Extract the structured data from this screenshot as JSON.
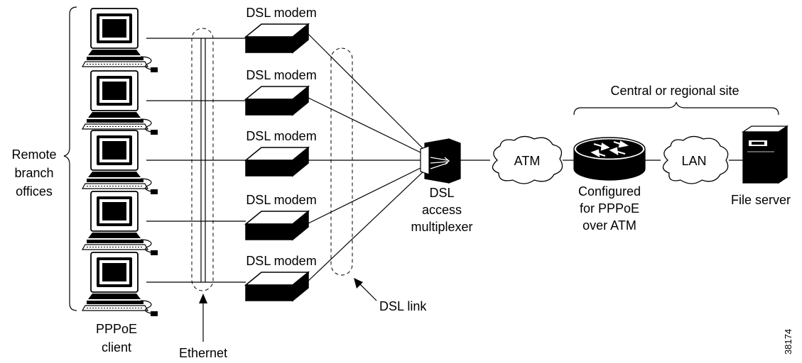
{
  "labels": {
    "remote_line1": "Remote",
    "remote_line2": "branch",
    "remote_line3": "offices",
    "client_line1": "PPPoE",
    "client_line2": "client",
    "ethernet": "Ethernet",
    "dsl_link": "DSL link",
    "dslam_line1": "DSL",
    "dslam_line2": "access",
    "dslam_line3": "multiplexer",
    "atm": "ATM",
    "lan": "LAN",
    "router_line1": "Configured",
    "router_line2": "for PPPoE",
    "router_line3": "over ATM",
    "file_server": "File server",
    "central_site": "Central or regional site",
    "figure_id": "38174"
  },
  "modems": [
    {
      "label": "DSL modem"
    },
    {
      "label": "DSL modem"
    },
    {
      "label": "DSL modem"
    },
    {
      "label": "DSL modem"
    },
    {
      "label": "DSL modem"
    }
  ],
  "icons": {
    "pc": "desktop-computer-icon",
    "modem": "dsl-modem-icon",
    "dslam": "dslam-icon",
    "cloud": "cloud-icon",
    "router": "router-icon",
    "server": "file-server-icon"
  }
}
